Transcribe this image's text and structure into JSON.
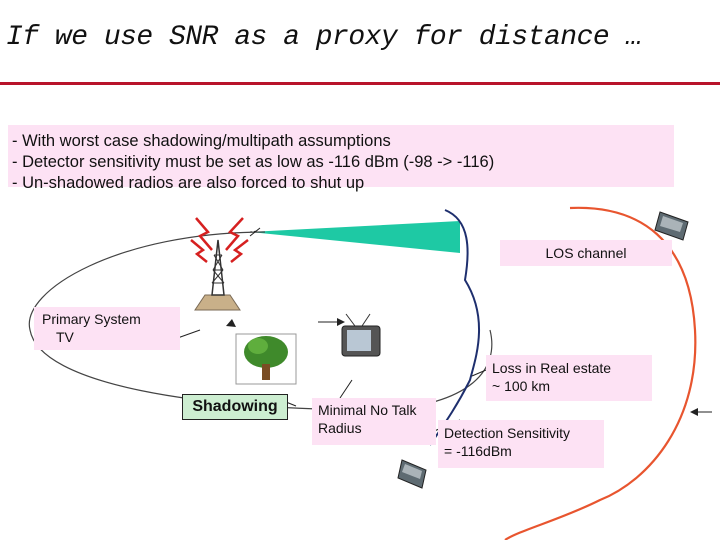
{
  "slide": {
    "title": "If we use SNR as a proxy for distance …",
    "bullets": [
      "- With worst case shadowing/multipath assumptions",
      "- Detector sensitivity must be set as low as -116 dBm (-98 -> -116)",
      "- Un-shadowed radios are also forced to shut up"
    ],
    "labels": {
      "los_channel": "LOS channel",
      "primary_line1": "Primary System",
      "primary_line2": "TV",
      "shadowing": "Shadowing",
      "loss_line1": "Loss in Real estate",
      "loss_line2": "~ 100 km",
      "talk_line1": "Minimal No Talk",
      "talk_line2": "Radius",
      "detect_line1": "Detection Sensitivity",
      "detect_line2": "= -116dBm"
    }
  },
  "colors": {
    "title_rule": "#b8132a",
    "callout_bg": "#fde2f4",
    "shadowing_bg": "#cdeed1",
    "boundary_orange": "#e8552f",
    "boundary_blue": "#1e2f6e",
    "los_wedge": "#1ec9a4"
  }
}
